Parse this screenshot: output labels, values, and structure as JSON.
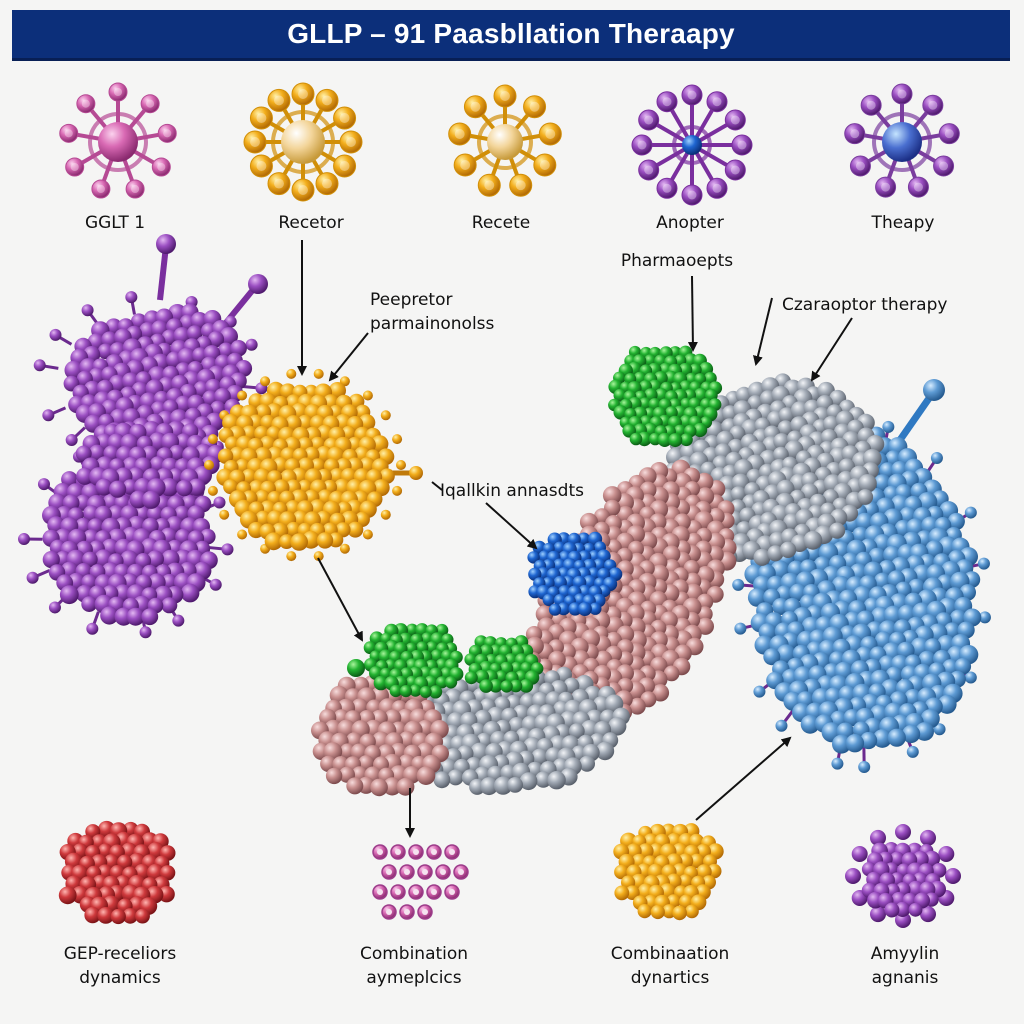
{
  "title": "GLLP – 91 Paasbllation Theraapy",
  "icon_labels": {
    "icon1": "GGLT 1",
    "icon2": "Recetor",
    "icon3": "Recete",
    "icon4": "Anopter",
    "icon5": "Theapy"
  },
  "callouts": {
    "pharma": "Pharmaoepts",
    "peptide_line1": "Peepretor",
    "peptide_line2": "parmainonolss",
    "czara": "Czaraoptor therapy",
    "agonists": "Iqallkin annasdts"
  },
  "bottom_labels": {
    "b1_line1": "GEP-receliors",
    "b1_line2": "dynamics",
    "b2_line1": "Combination",
    "b2_line2": "aymeplcics",
    "b3_line1": "Combinaation",
    "b3_line2": "dynartics",
    "b4_line1": "Amyylin",
    "b4_line2": "agnanis"
  },
  "colors": {
    "title_bg": "#0c2f7a",
    "purple": "#8a3fb0",
    "orange": "#f0a416",
    "green": "#1fa52e",
    "blue": "#1f63c8",
    "pink": "#c98f8f",
    "gray": "#9aa2ad",
    "lightblue": "#5f98cf",
    "red": "#c8373b",
    "magenta_icon": "#d96ab4"
  }
}
